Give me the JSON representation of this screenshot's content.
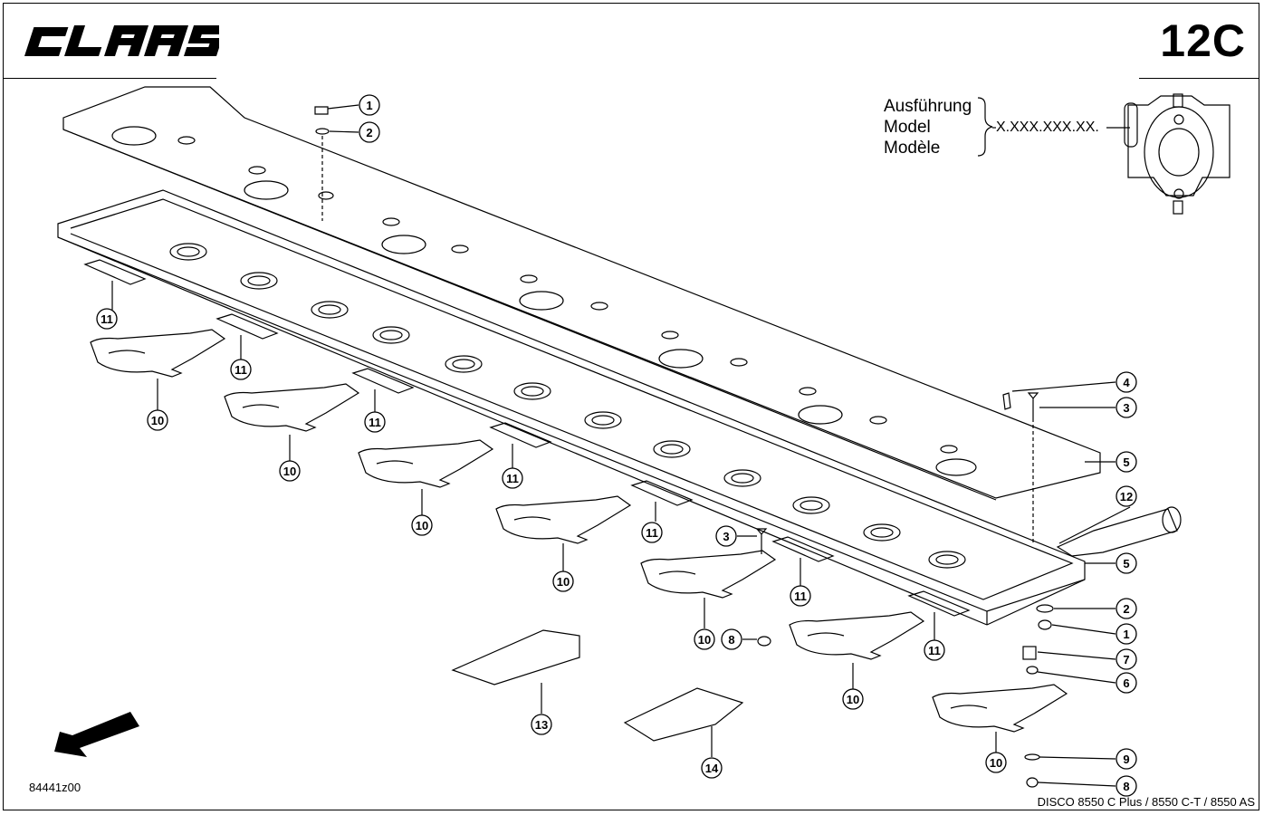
{
  "header": {
    "brand": "CLAAS",
    "page_no": "12C"
  },
  "variant_box": {
    "labels": [
      "Ausführung",
      "Model",
      "Modèle"
    ],
    "code": "X.XXX.XXX.XX."
  },
  "footer": {
    "drawing_no": "84441z00",
    "model": "DISCO 8550 C Plus / 8550 C-T / 8550 AS"
  },
  "callouts": [
    "1",
    "2",
    "1",
    "2",
    "3",
    "3",
    "4",
    "5",
    "5",
    "6",
    "7",
    "8",
    "8",
    "9",
    "10",
    "10",
    "10",
    "10",
    "10",
    "10",
    "10",
    "11",
    "11",
    "11",
    "11",
    "11",
    "11",
    "11",
    "12",
    "13",
    "14"
  ]
}
